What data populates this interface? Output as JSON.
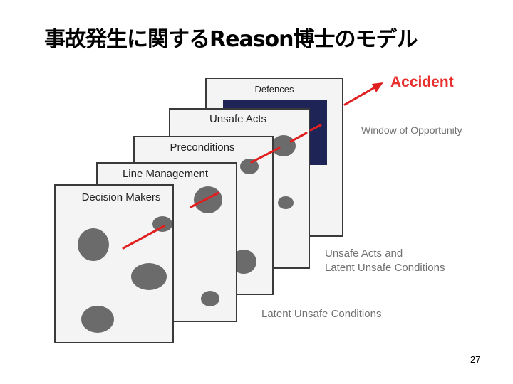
{
  "slide": {
    "title": "事故発生に関するReason博士のモデル",
    "page_number": "27"
  },
  "diagram": {
    "layers": [
      {
        "label": "Defences"
      },
      {
        "label": "Unsafe Acts"
      },
      {
        "label": "Preconditions"
      },
      {
        "label": "Line Management"
      },
      {
        "label": "Decision Makers"
      }
    ],
    "annotations": {
      "accident": "Accident",
      "window_of_opportunity": "Window of Opportunity",
      "unsafe_acts_line1": "Unsafe Acts and",
      "unsafe_acts_line2": "Latent Unsafe Conditions",
      "latent_unsafe": "Latent Unsafe Conditions"
    },
    "colors": {
      "accident_text": "#e8312f",
      "trajectory": "#e02020",
      "hole": "#6b6b6b",
      "window": "#1e2456",
      "layer_fill": "#f4f4f4",
      "layer_border": "#3a3a3a",
      "annotation_text": "#707070"
    }
  }
}
